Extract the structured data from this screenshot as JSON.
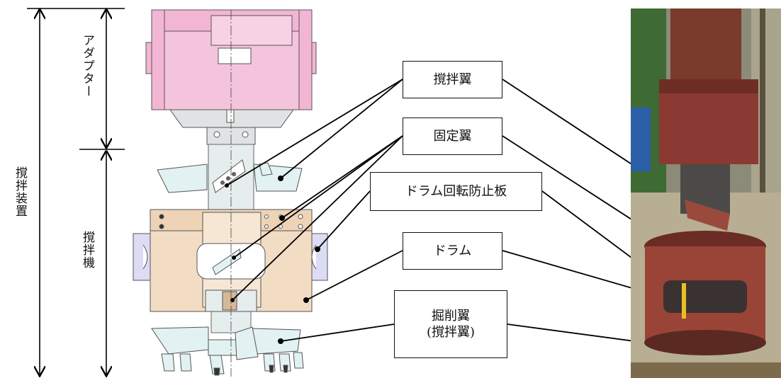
{
  "dimensions": {
    "total_label": "撹拌装置",
    "adapter_label": "アダプター",
    "mixer_label": "撹拌機"
  },
  "callouts": [
    {
      "id": "mixing-blade",
      "text": "撹拌翼"
    },
    {
      "id": "fixed-blade",
      "text": "固定翼"
    },
    {
      "id": "anti-rotation-plate",
      "text": "ドラム回転防止板"
    },
    {
      "id": "drum",
      "text": "ドラム"
    },
    {
      "id": "excavation-blade",
      "line1": "掘削翼",
      "line2": "(撹拌翼)"
    }
  ],
  "colors": {
    "adapter": "#f4c4dc",
    "drum": "#f3dcc4",
    "side_plate": "#dcdcf4",
    "blade": "#e2f1f1",
    "shaft": "#e6eded"
  }
}
